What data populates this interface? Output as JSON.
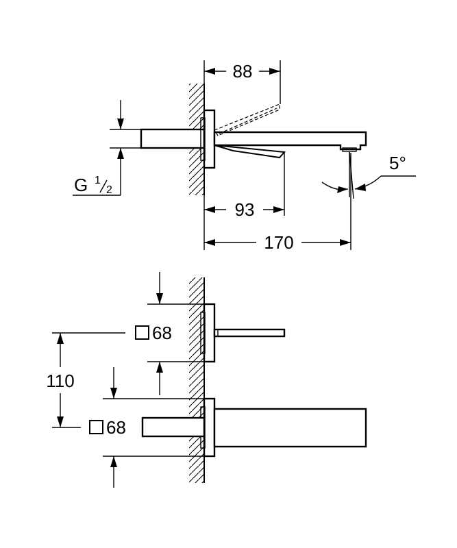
{
  "dimensions": {
    "spout_projection_top": "88",
    "aerator_projection": "93",
    "total_projection": "170",
    "spout_angle": "5°",
    "thread_main": "G",
    "thread_num": "1",
    "thread_den": "2",
    "rosette_upper": "68",
    "rosette_lower": "68",
    "center_distance": "110"
  },
  "colors": {
    "line": "#000000",
    "background": "#ffffff"
  }
}
